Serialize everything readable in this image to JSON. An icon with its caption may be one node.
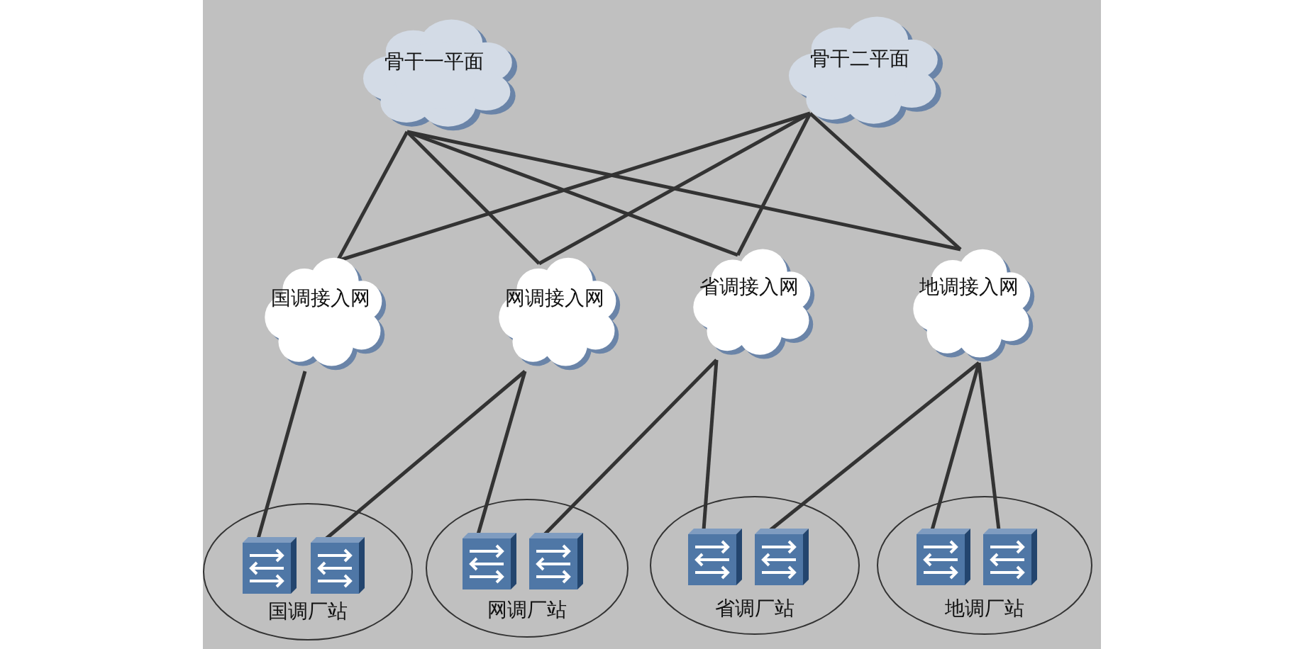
{
  "diagram": {
    "nodes": [
      {
        "text": [
          "骨干一平面"
        ]
      },
      {
        "text": [
          "骨干二平面"
        ]
      },
      {
        "text": [
          "国调接入网"
        ]
      },
      {
        "text": [
          "网调接入网"
        ]
      },
      {
        "text": [
          "省调接入网"
        ]
      },
      {
        "text": [
          "地调接入网"
        ]
      },
      {
        "text": [
          "国调厂站"
        ]
      },
      {
        "text": [],
        "shape": "picture",
        "in": 6
      },
      {
        "text": [],
        "shape": "picture",
        "in": 6
      },
      {
        "text": [
          "网调厂站"
        ]
      },
      {
        "text": [],
        "shape": "picture",
        "in": 9
      },
      {
        "text": [],
        "shape": "picture",
        "in": 9
      },
      {
        "text": [
          "省调厂站"
        ]
      },
      {
        "text": [],
        "shape": "picture",
        "in": 12
      },
      {
        "text": [],
        "shape": "picture",
        "in": 12
      },
      {
        "text": [
          "地调厂站"
        ]
      },
      {
        "text": [],
        "shape": "picture",
        "in": 15
      },
      {
        "text": [],
        "shape": "picture",
        "in": 15
      }
    ],
    "edges": [
      {
        "from": 0,
        "to": 2,
        "arrow": "none"
      },
      {
        "from": 0,
        "to": 3,
        "arrow": "none"
      },
      {
        "from": 0,
        "to": 4,
        "arrow": "none"
      },
      {
        "from": 0,
        "to": 5,
        "arrow": "none"
      },
      {
        "from": 1,
        "to": 2,
        "arrow": "none"
      },
      {
        "from": 1,
        "to": 3,
        "arrow": "none"
      },
      {
        "from": 1,
        "to": 4,
        "arrow": "none"
      },
      {
        "from": 1,
        "to": 5,
        "arrow": "none"
      },
      {
        "from": 2,
        "to": 7,
        "arrow": "none"
      },
      {
        "from": 3,
        "to": 8,
        "arrow": "none"
      },
      {
        "from": 3,
        "to": 10,
        "arrow": "none"
      },
      {
        "from": 4,
        "to": 11,
        "arrow": "none"
      },
      {
        "from": 4,
        "to": 13,
        "arrow": "none"
      },
      {
        "from": 5,
        "to": 14,
        "arrow": "none"
      },
      {
        "from": 5,
        "to": 16,
        "arrow": "none"
      },
      {
        "from": 5,
        "to": 17,
        "arrow": "none"
      }
    ]
  }
}
